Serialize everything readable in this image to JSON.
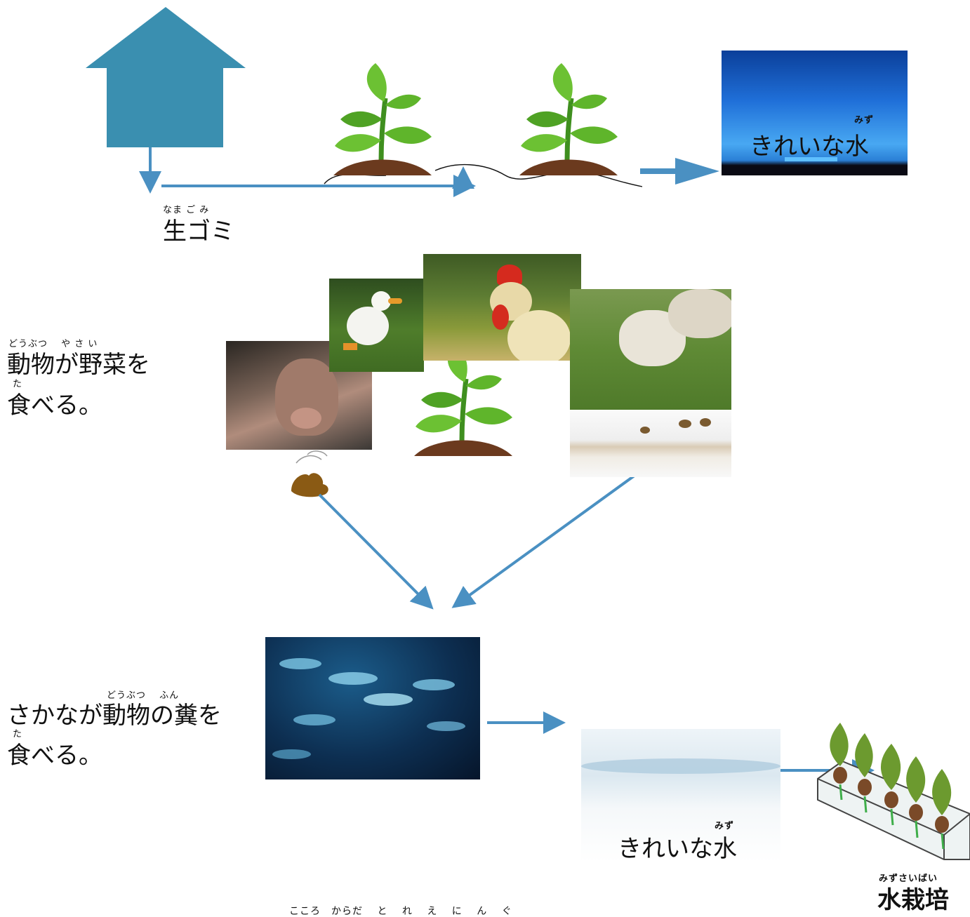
{
  "namagomi": {
    "ruby": "なま ご み",
    "label": "生ゴミ"
  },
  "kireina_top": {
    "ruby": "みず",
    "label": "きれいな水"
  },
  "doubutsu_text": {
    "ruby1": "どうぶつ　 や さ い",
    "line1": "動物が野菜を",
    "ruby2": "た",
    "line2": "食べる。"
  },
  "sakana_text": {
    "ruby1": "どうぶつ　 ふん",
    "line1": "さかなが動物の糞を",
    "ruby2": "た",
    "line2": "食べる。"
  },
  "kireina_bottom": {
    "ruby": "みず",
    "label": "きれいな水"
  },
  "suisaibai": {
    "ruby": "みずさいばい",
    "label": "水栽培"
  },
  "bottom_ruby": "こころ　からだ　 と　 れ　 え　 に　 ん　 ぐ",
  "colors": {
    "arrow": "#4a90c2",
    "house": "#3a8fb0",
    "leaf": "#5fb52b",
    "soil": "#6b3a1e"
  },
  "icons": [
    "house-icon",
    "plant-icon",
    "pig-photo",
    "duck-photo",
    "rooster-photo",
    "sheep-photo",
    "dung-icon",
    "fish-photo",
    "water-photo",
    "hydroponic-icon"
  ]
}
